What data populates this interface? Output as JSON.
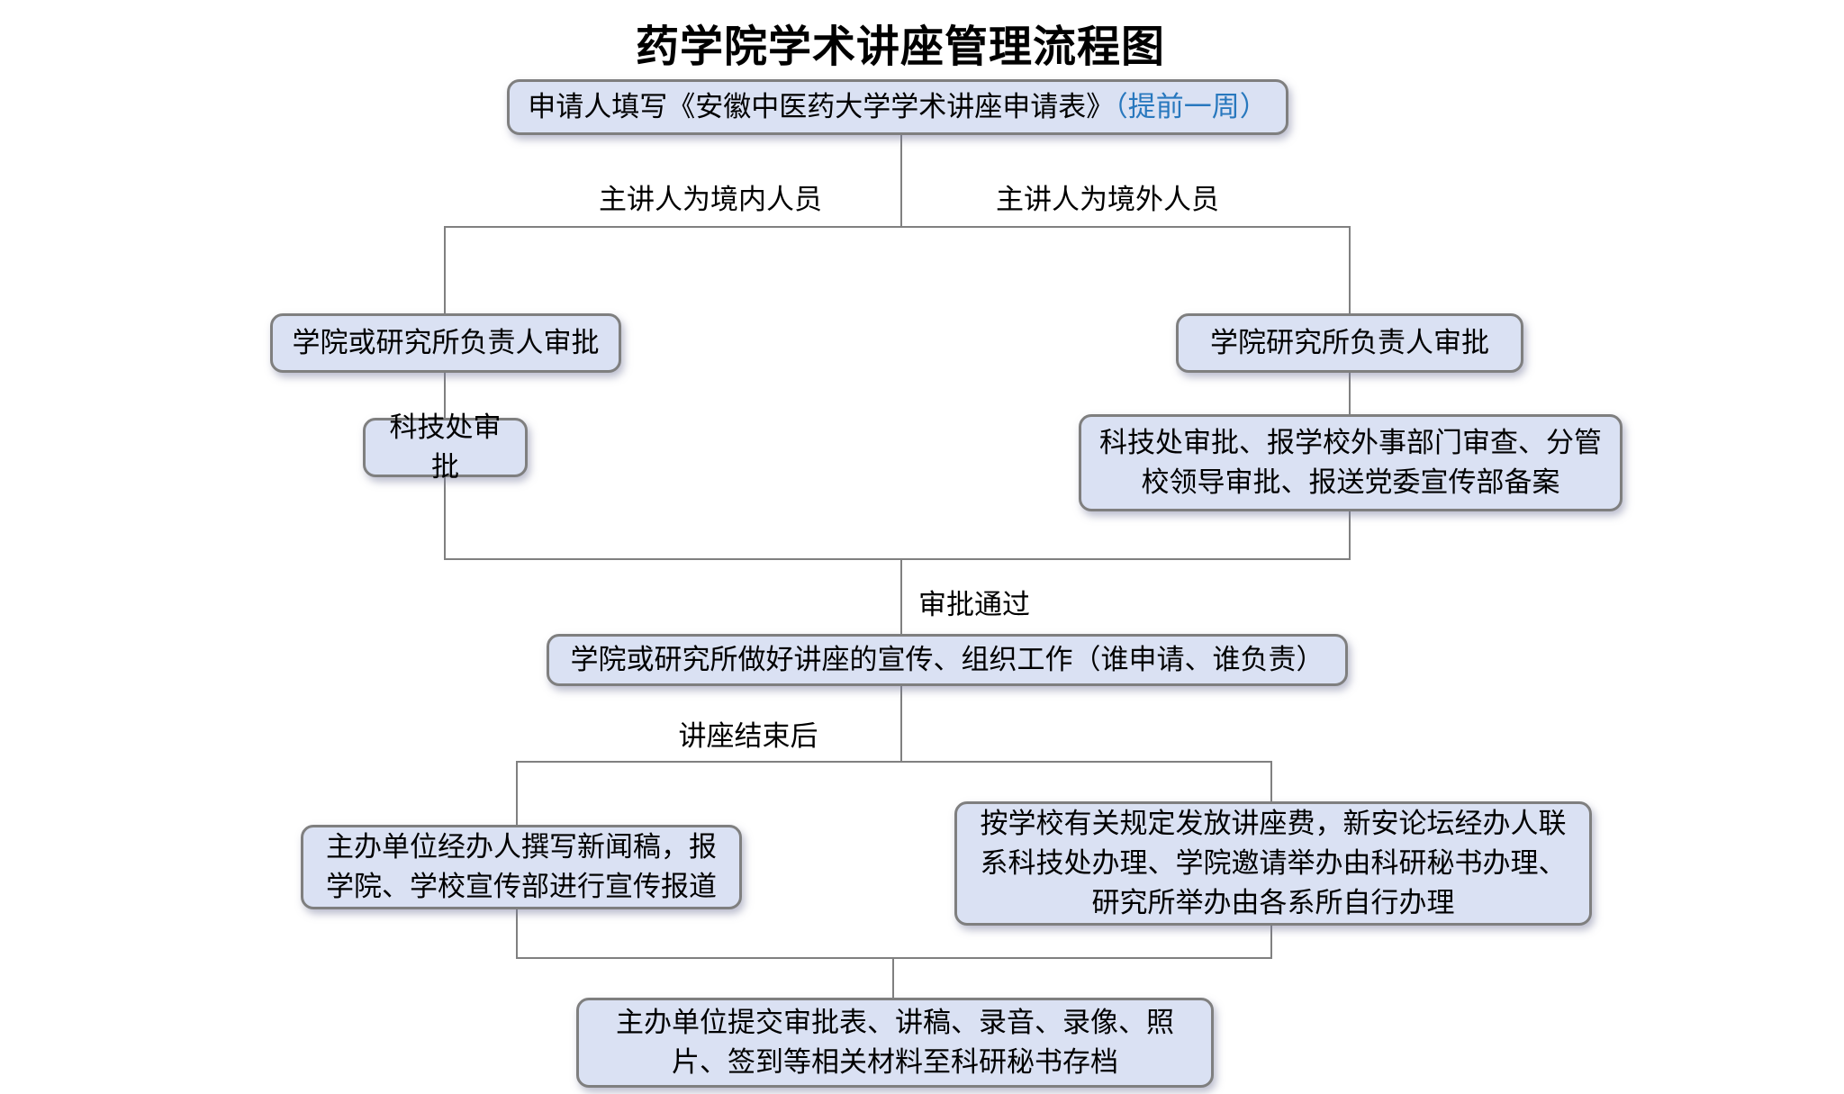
{
  "title": "药学院学术讲座管理流程图",
  "nodes": {
    "apply": {
      "text": "申请人填写《安徽中医药大学学术讲座申请表》",
      "note": "（提前一周）"
    },
    "domestic_approval": "学院或研究所负责人审批",
    "domestic_tech": "科技处审批",
    "foreign_approval": "学院研究所负责人审批",
    "foreign_tech": "科技处审批、报学校外事部门审查、分管校领导审批、报送党委宣传部备案",
    "organize": "学院或研究所做好讲座的宣传、组织工作（谁申请、谁负责）",
    "news": "主办单位经办人撰写新闻稿，报学院、学校宣传部进行宣传报道",
    "fee": "按学校有关规定发放讲座费，新安论坛经办人联系科技处办理、学院邀请举办由科研秘书办理、研究所举办由各系所自行办理",
    "archive": "主办单位提交审批表、讲稿、录音、录像、照片、签到等相关材料至科研秘书存档"
  },
  "labels": {
    "branch_domestic": "主讲人为境内人员",
    "branch_foreign": "主讲人为境外人员",
    "approved": "审批通过",
    "after_lecture": "讲座结束后"
  },
  "colors": {
    "box_fill": "#dae1f3",
    "box_border": "#7f7f7f",
    "line": "#808080",
    "note_blue": "#2878be"
  }
}
